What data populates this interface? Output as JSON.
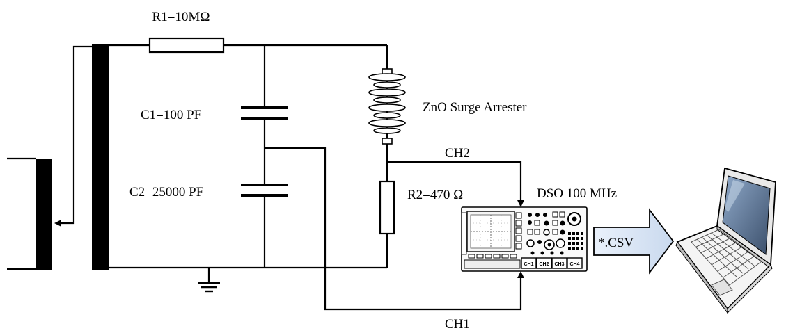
{
  "labels": {
    "r1": "R1=10MΩ",
    "c1": "C1=100 PF",
    "c2": "C2=25000 PF",
    "arrester": "ZnO Surge Arrester",
    "r2": "R2=470 Ω",
    "ch2": "CH2",
    "ch1": "CH1",
    "dso": "DSO 100 MHz",
    "csv": "*.CSV"
  },
  "oscilloscope": {
    "channel_buttons": [
      "CH1",
      "CH2",
      "CH3",
      "CH4"
    ]
  }
}
